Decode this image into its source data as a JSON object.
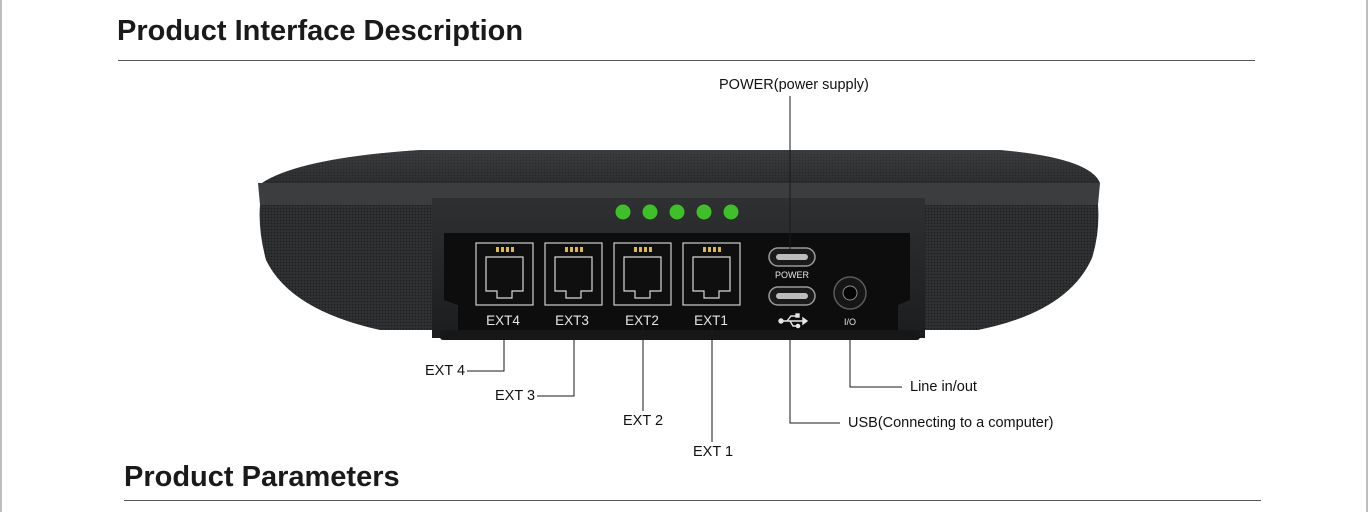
{
  "headings": {
    "interface": "Product Interface Description",
    "parameters": "Product Parameters"
  },
  "device": {
    "led_color": "#3fbf2a",
    "led_count": 5,
    "port_labels": {
      "ext4": "EXT4",
      "ext3": "EXT3",
      "ext2": "EXT2",
      "ext1": "EXT1",
      "power": "POWER",
      "io": "I/O"
    },
    "usb_symbol": "usb-icon"
  },
  "callouts": {
    "power": "POWER(power supply)",
    "ext4": "EXT 4",
    "ext3": "EXT 3",
    "ext2": "EXT 2",
    "ext1": "EXT 1",
    "line": "Line in/out",
    "usb": "USB(Connecting to a computer)"
  }
}
